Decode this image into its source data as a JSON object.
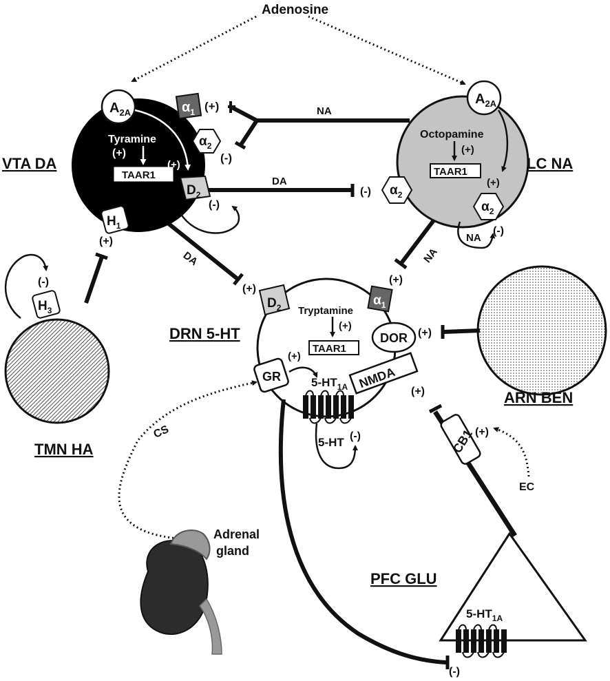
{
  "top_label": "Adenosine",
  "regions": {
    "vta": "VTA  DA",
    "lc": "LC NA",
    "drn": "DRN 5-HT",
    "tmn": "TMN HA",
    "arn": "ARN BEN",
    "pfc": "PFC GLU"
  },
  "receptors": {
    "a2a": "A",
    "a2a_sub": "2A",
    "alpha": "α",
    "sub1": "1",
    "sub2": "2",
    "sub3": "3",
    "d": "D",
    "h": "H",
    "taar1": "TAAR1",
    "dor": "DOR",
    "gr": "GR",
    "nmda": "NMDA",
    "cb1": "CB1",
    "ht1a": "5-HT",
    "ht1a_sub": "1A"
  },
  "ligands": {
    "tyramine": "Tyramine",
    "octopamine": "Octopamine",
    "tryptamine": "Tryptamine",
    "ht": "5-HT"
  },
  "pathways": {
    "na": "NA",
    "da": "DA",
    "cs": "CS",
    "ec": "EC",
    "adrenal": "Adrenal",
    "gland": "gland"
  },
  "signs": {
    "plus": "(+)",
    "minus": "(-)"
  }
}
